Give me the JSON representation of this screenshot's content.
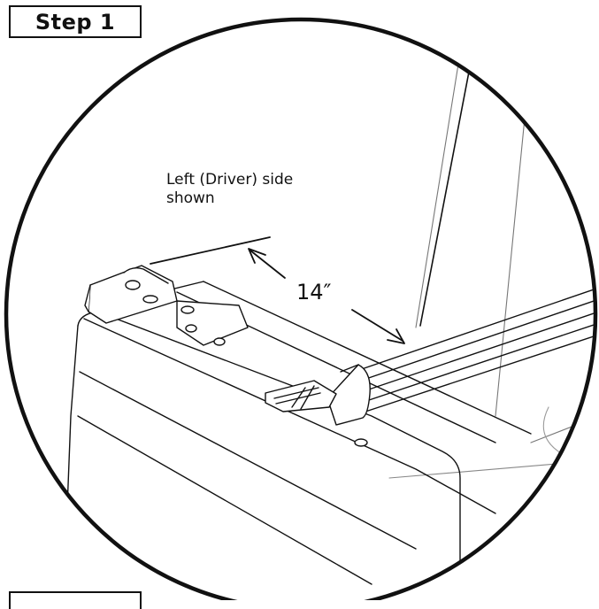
{
  "step_heading": "Step 1",
  "callout_note": "Left (Driver) side shown",
  "dimension_label": "14″"
}
